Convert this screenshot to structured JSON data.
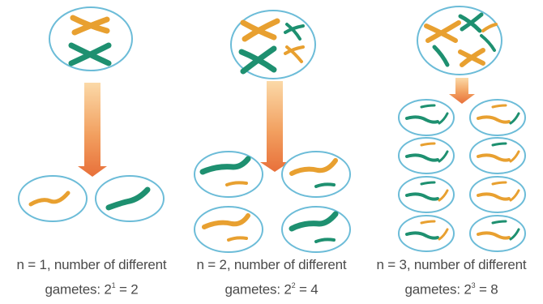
{
  "colors": {
    "cell_outline": "#6cbcd8",
    "chromosome_orange": "#e8a030",
    "chromosome_green": "#1e9070",
    "arrow_top": "#fbd4a0",
    "arrow_bottom": "#e8703a",
    "text": "#4a4a4a"
  },
  "panels": [
    {
      "caption_line1": "n = 1, number of different",
      "caption_line2_prefix": "gametes: 2",
      "caption_exponent": "1",
      "caption_line2_suffix": " = 2"
    },
    {
      "caption_line1": "n = 2, number of different",
      "caption_line2_prefix": "gametes: 2",
      "caption_exponent": "2",
      "caption_line2_suffix": " = 4"
    },
    {
      "caption_line1": "n = 3, number of different",
      "caption_line2_prefix": "gametes: 2",
      "caption_exponent": "3",
      "caption_line2_suffix": " = 8"
    }
  ]
}
